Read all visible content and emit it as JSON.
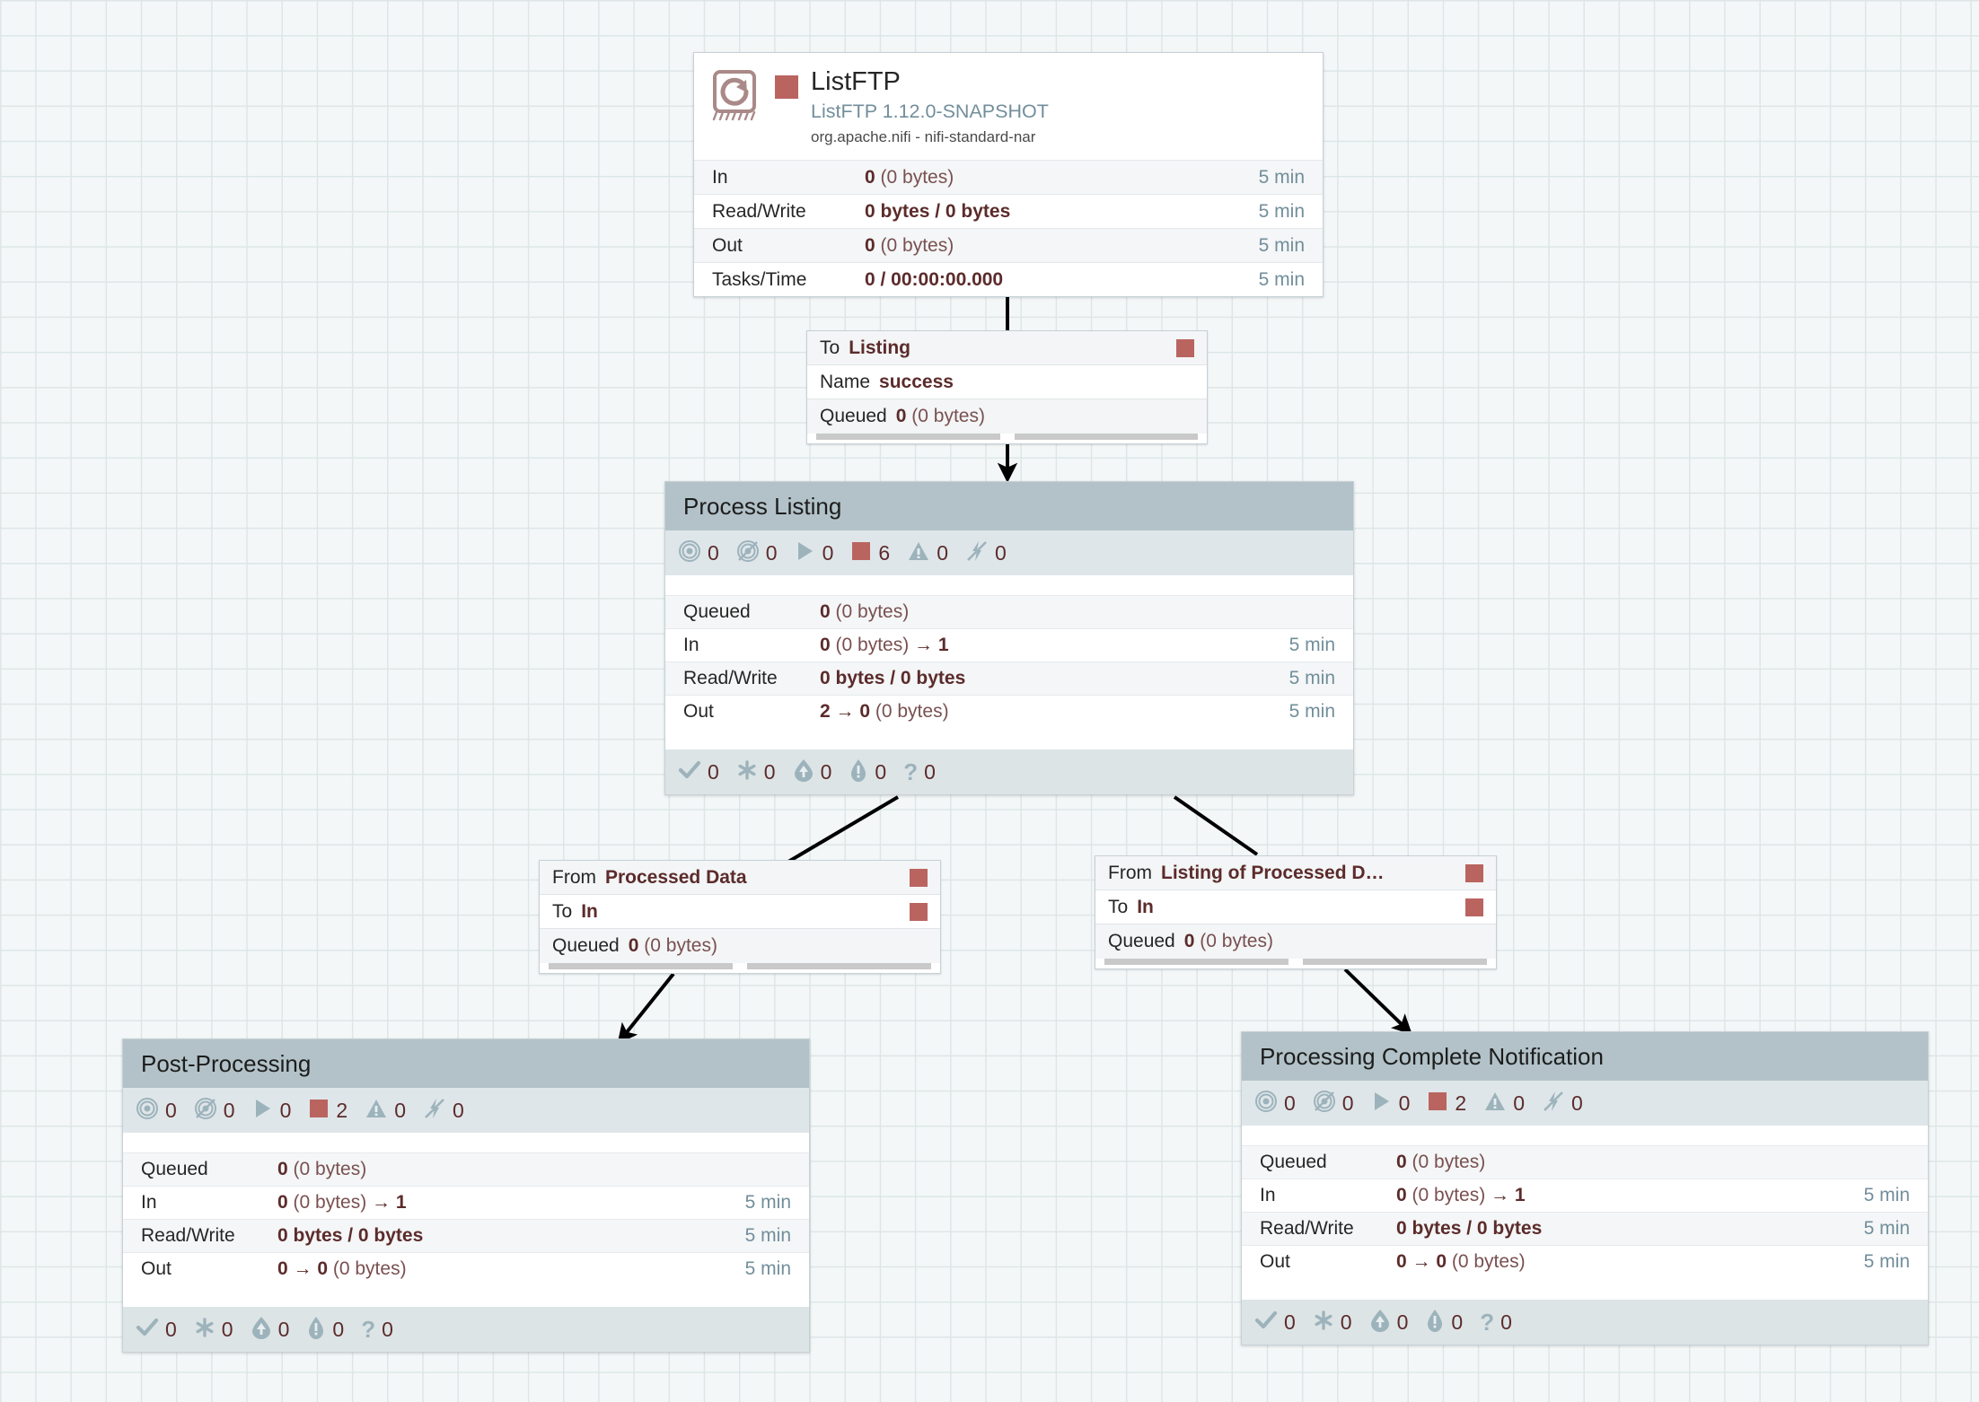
{
  "canvas": {
    "background_color": "#f4f7f8",
    "grid_color": "#dde6e6",
    "accent_stopped_color": "#ba6460",
    "group_header_color": "#b2c2c8",
    "stat_value_color": "#5c2b2b",
    "time_color": "#728e9b"
  },
  "processor": {
    "name": "ListFTP",
    "type": "ListFTP 1.12.0-SNAPSHOT",
    "bundle": "org.apache.nifi - nifi-standard-nar",
    "run_status_icon": "stopped-square-icon",
    "processor_icon": "processor-loop-icon",
    "stats": [
      {
        "label": "In",
        "value_bold": "0",
        "value_rest": " (0 bytes)",
        "time": "5 min"
      },
      {
        "label": "Read/Write",
        "value_bold": "0 bytes / 0 bytes",
        "value_rest": "",
        "time": "5 min"
      },
      {
        "label": "Out",
        "value_bold": "0",
        "value_rest": " (0 bytes)",
        "time": "5 min"
      },
      {
        "label": "Tasks/Time",
        "value_bold": "0 / 00:00:00.000",
        "value_rest": "",
        "time": "5 min"
      }
    ]
  },
  "connections": [
    {
      "id": "listftp-to-process-listing",
      "rows": [
        {
          "key": "To",
          "value": "Listing",
          "has_square": true
        },
        {
          "key": "Name",
          "value": "success",
          "has_square": false
        },
        {
          "key": "Queued",
          "value": "0",
          "value_dim": " (0 bytes)",
          "has_square": false
        }
      ]
    },
    {
      "id": "process-listing-to-post-processing",
      "rows": [
        {
          "key": "From",
          "value": "Processed Data",
          "has_square": true
        },
        {
          "key": "To",
          "value": "In",
          "has_square": true
        },
        {
          "key": "Queued",
          "value": "0",
          "value_dim": " (0 bytes)",
          "has_square": false
        }
      ]
    },
    {
      "id": "process-listing-to-notification",
      "rows": [
        {
          "key": "From",
          "value": "Listing of Processed D…",
          "has_square": true
        },
        {
          "key": "To",
          "value": "In",
          "has_square": true
        },
        {
          "key": "Queued",
          "value": "0",
          "value_dim": " (0 bytes)",
          "has_square": false
        }
      ]
    }
  ],
  "process_groups": [
    {
      "id": "process-listing",
      "title": "Process Listing",
      "components": [
        {
          "icon": "transmitting-icon",
          "count": "0"
        },
        {
          "icon": "not-transmitting-icon",
          "count": "0"
        },
        {
          "icon": "running-icon",
          "count": "0"
        },
        {
          "icon": "stopped-icon",
          "count": "6"
        },
        {
          "icon": "invalid-icon",
          "count": "0"
        },
        {
          "icon": "disabled-icon",
          "count": "0"
        }
      ],
      "stats": [
        {
          "label": "Queued",
          "value": "0",
          "value_dim": " (0 bytes)",
          "time": ""
        },
        {
          "label": "In",
          "value": "0",
          "value_dim": " (0 bytes)",
          "value_tail": " → 1",
          "time": "5 min"
        },
        {
          "label": "Read/Write",
          "value": "0 bytes / 0 bytes",
          "value_dim": "",
          "time": "5 min"
        },
        {
          "label": "Out",
          "value": "2 → 0",
          "value_dim": " (0 bytes)",
          "time": "5 min"
        }
      ],
      "version_states": [
        {
          "icon": "up-to-date-icon",
          "count": "0"
        },
        {
          "icon": "locally-modified-icon",
          "count": "0"
        },
        {
          "icon": "stale-icon",
          "count": "0"
        },
        {
          "icon": "sync-failure-icon",
          "count": "0"
        },
        {
          "icon": "unknown-icon",
          "count": "0"
        }
      ]
    },
    {
      "id": "post-processing",
      "title": "Post-Processing",
      "components": [
        {
          "icon": "transmitting-icon",
          "count": "0"
        },
        {
          "icon": "not-transmitting-icon",
          "count": "0"
        },
        {
          "icon": "running-icon",
          "count": "0"
        },
        {
          "icon": "stopped-icon",
          "count": "2"
        },
        {
          "icon": "invalid-icon",
          "count": "0"
        },
        {
          "icon": "disabled-icon",
          "count": "0"
        }
      ],
      "stats": [
        {
          "label": "Queued",
          "value": "0",
          "value_dim": " (0 bytes)",
          "time": ""
        },
        {
          "label": "In",
          "value": "0",
          "value_dim": " (0 bytes)",
          "value_tail": " → 1",
          "time": "5 min"
        },
        {
          "label": "Read/Write",
          "value": "0 bytes / 0 bytes",
          "value_dim": "",
          "time": "5 min"
        },
        {
          "label": "Out",
          "value": "0 → 0",
          "value_dim": " (0 bytes)",
          "time": "5 min"
        }
      ],
      "version_states": [
        {
          "icon": "up-to-date-icon",
          "count": "0"
        },
        {
          "icon": "locally-modified-icon",
          "count": "0"
        },
        {
          "icon": "stale-icon",
          "count": "0"
        },
        {
          "icon": "sync-failure-icon",
          "count": "0"
        },
        {
          "icon": "unknown-icon",
          "count": "0"
        }
      ]
    },
    {
      "id": "processing-complete-notification",
      "title": "Processing Complete Notification",
      "components": [
        {
          "icon": "transmitting-icon",
          "count": "0"
        },
        {
          "icon": "not-transmitting-icon",
          "count": "0"
        },
        {
          "icon": "running-icon",
          "count": "0"
        },
        {
          "icon": "stopped-icon",
          "count": "2"
        },
        {
          "icon": "invalid-icon",
          "count": "0"
        },
        {
          "icon": "disabled-icon",
          "count": "0"
        }
      ],
      "stats": [
        {
          "label": "Queued",
          "value": "0",
          "value_dim": " (0 bytes)",
          "time": ""
        },
        {
          "label": "In",
          "value": "0",
          "value_dim": " (0 bytes)",
          "value_tail": " → 1",
          "time": "5 min"
        },
        {
          "label": "Read/Write",
          "value": "0 bytes / 0 bytes",
          "value_dim": "",
          "time": "5 min"
        },
        {
          "label": "Out",
          "value": "0 → 0",
          "value_dim": " (0 bytes)",
          "time": "5 min"
        }
      ],
      "version_states": [
        {
          "icon": "up-to-date-icon",
          "count": "0"
        },
        {
          "icon": "locally-modified-icon",
          "count": "0"
        },
        {
          "icon": "stale-icon",
          "count": "0"
        },
        {
          "icon": "sync-failure-icon",
          "count": "0"
        },
        {
          "icon": "unknown-icon",
          "count": "0"
        }
      ]
    }
  ]
}
